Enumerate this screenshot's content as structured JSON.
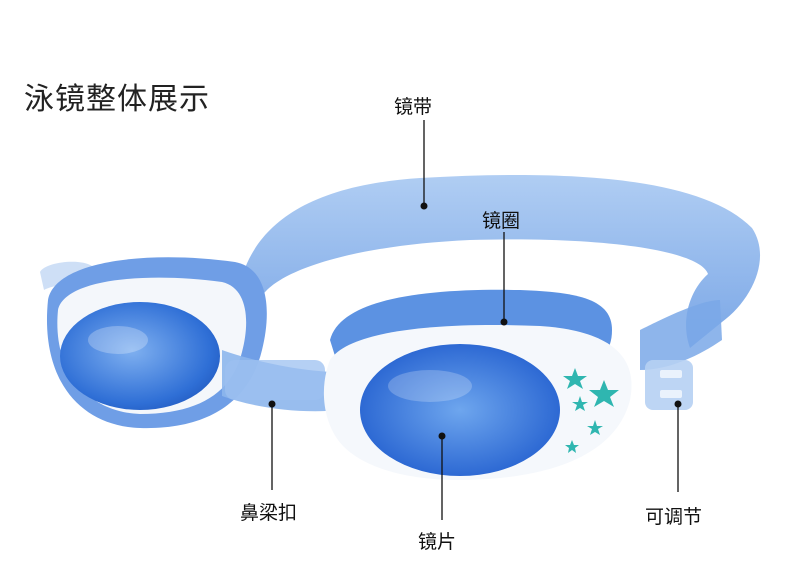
{
  "title": "泳镜整体展示",
  "labels": {
    "strap": "镜带",
    "frame": "镜圈",
    "nose_bridge": "鼻梁扣",
    "lens": "镜片",
    "adjuster": "可调节"
  },
  "colors": {
    "blue_light": "#8fb8ec",
    "blue_mid": "#4d86dd",
    "blue_dark": "#1f5ec8",
    "white": "#f7f9fc",
    "star": "#2fb6b0"
  }
}
